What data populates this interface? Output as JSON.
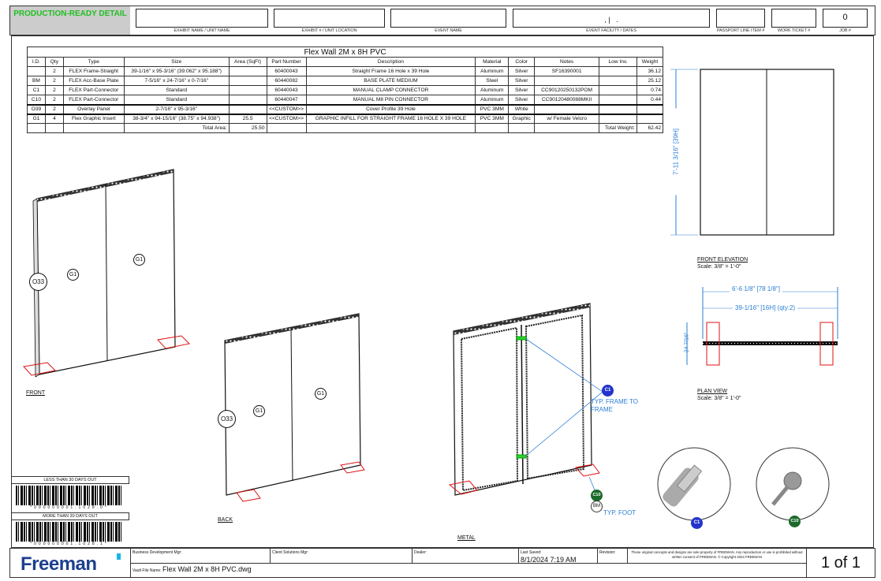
{
  "header": {
    "status": "PRODUCTION-READY DETAIL",
    "fields": [
      {
        "label": "EXHIBIT NAME / UNIT NAME",
        "value": ""
      },
      {
        "label": "EXHIBIT # / UNIT LOCATION",
        "value": ""
      },
      {
        "label": "EVENT NAME",
        "value": ""
      },
      {
        "label": "EVENT FACILITY / DATES",
        "value": ", |   ."
      },
      {
        "label": "PASSPORT LINE ITEM #",
        "value": ""
      },
      {
        "label": "WORK TICKET #",
        "value": ""
      },
      {
        "label": "JOB #",
        "value": "0"
      }
    ]
  },
  "bom": {
    "title": "Flex Wall 2M x 8H PVC",
    "columns": [
      "I.D.",
      "Qty",
      "Type",
      "Size",
      "Area (SqFt)",
      "Part Number",
      "Description",
      "Material",
      "Color",
      "Notes",
      "Low Inv.",
      "Weight"
    ],
    "rows": [
      [
        "",
        "2",
        "FLEX Frame-Straight",
        "39-1/16\" x 95-3/16\" (39.062\" x 95.188\")",
        "",
        "60400043",
        "Straight Frame 16 Hole x 39 Hole",
        "Aluminum",
        "Silver",
        "SF16390001",
        "",
        "36.12"
      ],
      [
        "BM",
        "2",
        "FLEX Acc-Base Plate",
        "7-5/16\" x 24-7/16\" x 0-7/16\"",
        "",
        "60440082",
        "BASE PLATE MEDIUM",
        "Steel",
        "Silver",
        "",
        "",
        "25.12"
      ],
      [
        "C1",
        "2",
        "FLEX Part-Connector",
        "Standard",
        "",
        "60440043",
        "MANUAL CLAMP CONNECTOR",
        "Aluminum",
        "Silver",
        "CC90120250132POM",
        "",
        "0.74"
      ],
      [
        "C10",
        "2",
        "FLEX Part-Connector",
        "Standard",
        "",
        "60440047",
        "MANUAL M8 PIN CONNECTOR",
        "Aluminum",
        "Silver",
        "CC90120480088MKII",
        "",
        "0.44"
      ],
      [
        "O39",
        "2",
        "Overlay Panel",
        "2-7/16\" x 95-3/16\"",
        "",
        "<<CUSTOM>>",
        "Cover Profile 39 Hole",
        "PVC 3MM",
        "White",
        "",
        "",
        ""
      ],
      [
        "G1",
        "4",
        "Flex Graphic Insert",
        "38-3/4\" x 94-15/16\" (38.75\" x 94.938\")",
        "25.5",
        "<<CUSTOM>>",
        "GRAPHIC INFILL FOR STRAIGHT FRAME 16 HOLE X 39 HOLE",
        "PVC 3MM",
        "Graphic",
        "w/ Female Velcro",
        "",
        ""
      ]
    ],
    "total_area_label": "Total Area:",
    "total_area": "25.50",
    "total_weight_label": "Total Weight:",
    "total_weight": "62.42"
  },
  "views": {
    "front": "FRONT",
    "back": "BACK",
    "metal": "METAL",
    "front_elevation": "FRONT ELEVATION",
    "fe_scale": "Scale: 3/8\" = 1'-0\"",
    "plan_view": "PLAN VIEW",
    "pv_scale": "Scale: 3/8\" = 1'-0\"",
    "height_dim": "7'-11 3/16\" [39H]",
    "overall_width": "6'-6 1/8\" [78 1/8\"]",
    "frame_width": "39-1/16\" [16H] (qty:2)",
    "depth_dim": "24 7/16\"",
    "tags": {
      "o33": "O33",
      "g1": "G1",
      "c1": "C1",
      "c10": "C10",
      "bm": "BM"
    },
    "note_c1": "TYP. FRAME TO FRAME",
    "note_foot": "TYP. FOOT"
  },
  "barcodes": [
    {
      "label": "LESS THAN 30 DAYS OUT",
      "code": "*000000001.1028.0*"
    },
    {
      "label": "MORE THAN 30 DAYS OUT",
      "code": "*000000001.1028.1*"
    }
  ],
  "footer": {
    "logo": "Freeman",
    "business_dev_label": "Business Development Mgr:",
    "business_dev": "",
    "client_solutions_label": "Client Solutions Mgr:",
    "client_solutions": "",
    "dealer_label": "Dealer:",
    "dealer": "",
    "last_saved_label": "Last Saved:",
    "last_saved": "8/1/2024 7:19 AM",
    "revision_label": "Revision:",
    "revision": "",
    "copyright": "These original concepts and designs are sole property of FREEMAN. Any reproduction or use is prohibited without written consent of FREEMAN. © Copyright 2024 FREEMAN",
    "vault_label": "Vault File Name:",
    "vault_file": "Flex Wall 2M x 8H PVC.dwg",
    "page": "1 of 1"
  },
  "colors": {
    "accent_green": "#1fc01f",
    "dim_blue": "#2a7fd4",
    "foot_red": "#e01010",
    "logo_blue": "#1c3f8f",
    "logo_cyan": "#19b5e6"
  }
}
